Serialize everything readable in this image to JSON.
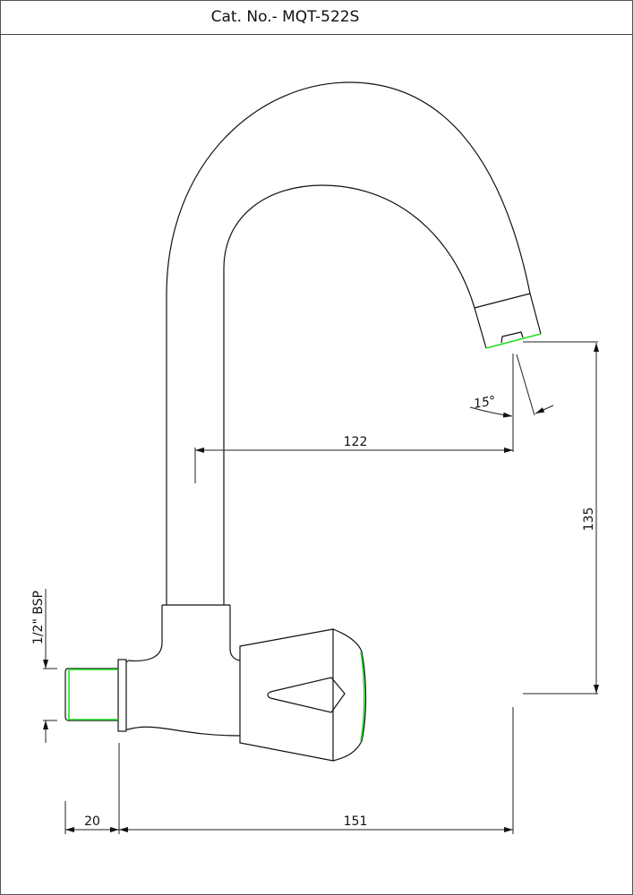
{
  "header": {
    "title": "Cat. No.- MQT-522S"
  },
  "dimensions": {
    "spout_reach": "122",
    "spout_height": "135",
    "spout_angle": "15°",
    "overall_length": "151",
    "thread_length": "20",
    "thread_size": "1/2\" BSP"
  },
  "colors": {
    "line": "#111111",
    "highlight": "#22dd22"
  }
}
